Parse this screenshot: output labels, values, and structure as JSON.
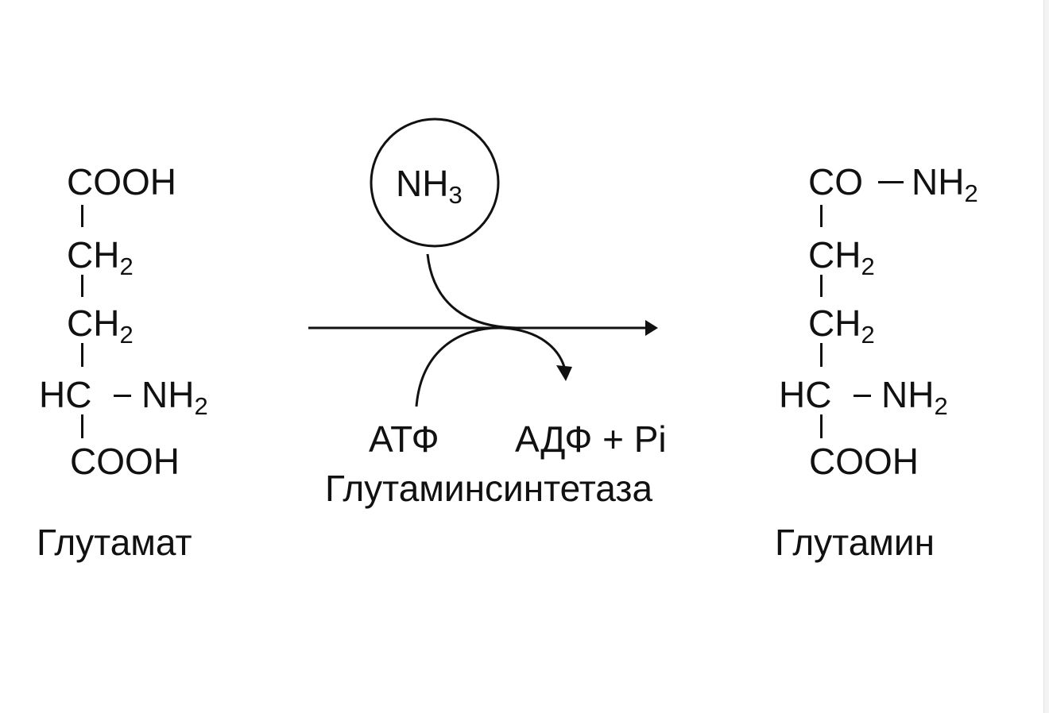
{
  "reactant": {
    "name": "Глутамат",
    "groups": {
      "top": "COOH",
      "ch2_a": "CH",
      "ch2_b": "CH",
      "alpha_c": "HC",
      "amino": "NH",
      "bottom": "COOH"
    },
    "subscripts": {
      "ch2": "2",
      "nh2": "2"
    }
  },
  "product": {
    "name": "Глутамин",
    "groups": {
      "top_co": "CO",
      "top_nh": "NH",
      "ch2_a": "CH",
      "ch2_b": "CH",
      "alpha_c": "HC",
      "amino": "NH",
      "bottom": "COOH"
    },
    "subscripts": {
      "ch2": "2",
      "nh2": "2"
    }
  },
  "reaction": {
    "cosubstrate": "NH",
    "cosubstrate_sub": "3",
    "energy_in": "АТФ",
    "energy_out": "АДФ + Pi",
    "enzyme": "Глутаминсинтетаза"
  }
}
